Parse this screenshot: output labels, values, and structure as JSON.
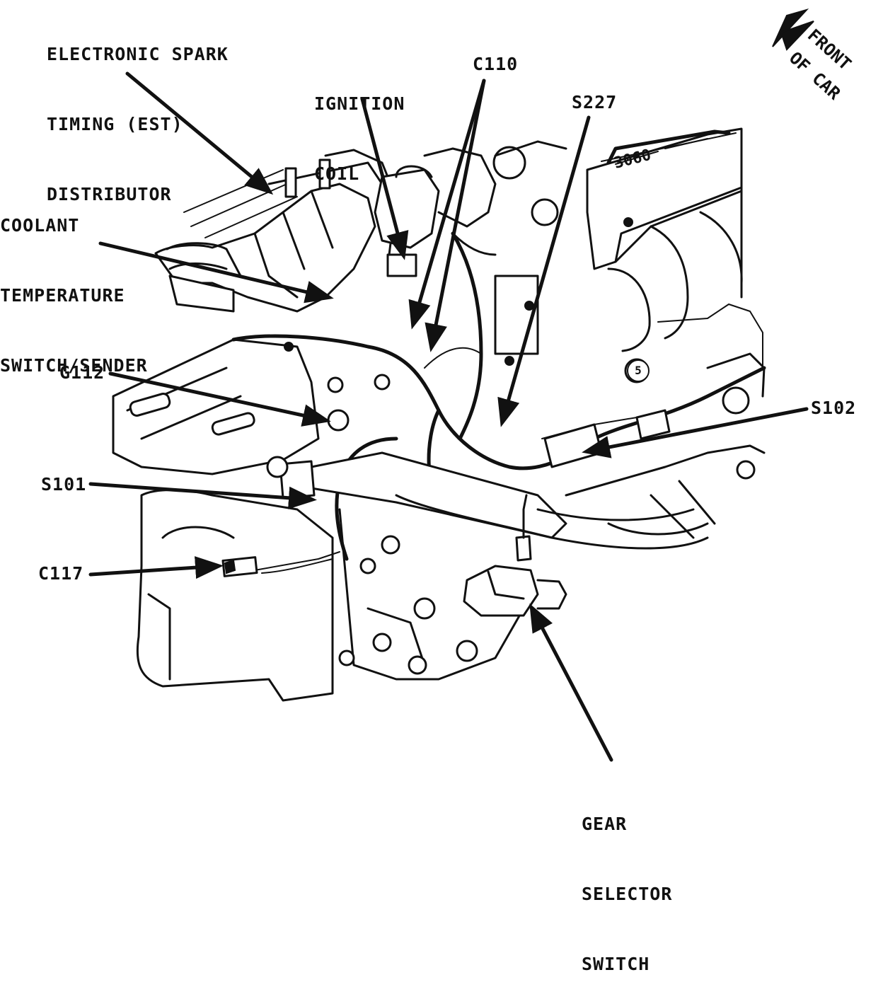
{
  "labels": {
    "est_distributor": [
      "ELECTRONIC SPARK",
      "TIMING (EST)",
      "DISTRIBUTOR"
    ],
    "ignition_coil": [
      "IGNITION",
      "COIL"
    ],
    "c110": "C110",
    "s227": "S227",
    "coolant_sensor": [
      "COOLANT",
      "TEMPERATURE",
      "SWITCH/SENDER"
    ],
    "g112": "G112",
    "s102": "S102",
    "s101": "S101",
    "c117": "C117",
    "gear_selector": [
      "GEAR",
      "SELECTOR",
      "SWITCH"
    ]
  },
  "compass": {
    "line1": "FRONT",
    "line2": "OF CAR"
  },
  "callout_marker": "5"
}
